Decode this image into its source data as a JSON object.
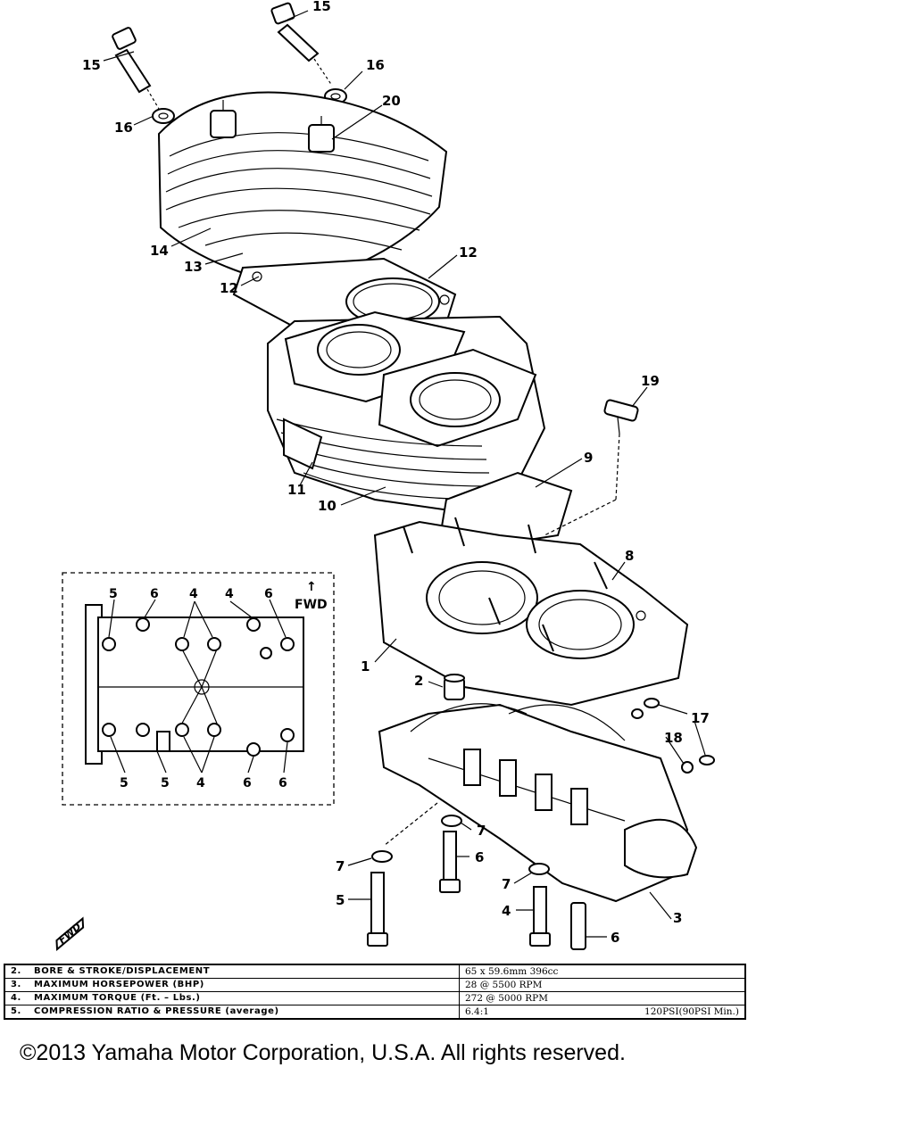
{
  "callouts": {
    "c1": "1",
    "c2": "2",
    "c3": "3",
    "c4": "4",
    "c5": "5",
    "c6a": "6",
    "c6b": "6",
    "c7a": "7",
    "c7b": "7",
    "c7c": "7",
    "c8": "8",
    "c9": "9",
    "c10": "10",
    "c11": "11",
    "c12a": "12",
    "c12b": "12",
    "c13": "13",
    "c14": "14",
    "c15a": "15",
    "c15b": "15",
    "c16a": "16",
    "c16b": "16",
    "c17": "17",
    "c18": "18",
    "c19": "19",
    "c20": "20"
  },
  "inset": {
    "fwd_label": "FWD",
    "top_labels": [
      "5",
      "6",
      "4",
      "4",
      "6"
    ],
    "bottom_labels": [
      "5",
      "5",
      "4",
      "6",
      "6"
    ]
  },
  "fwd_stamp": "FWD",
  "specs": [
    {
      "num": "2.",
      "label": "BORE & STROKE/DISPLACEMENT",
      "value": "65 x 59.6mm 396cc",
      "value_right": ""
    },
    {
      "num": "3.",
      "label": "MAXIMUM HORSEPOWER (BHP)",
      "value": "28 @ 5500 RPM",
      "value_right": ""
    },
    {
      "num": "4.",
      "label": "MAXIMUM TORQUE (Ft. – Lbs.)",
      "value": "272 @ 5000 RPM",
      "value_right": ""
    },
    {
      "num": "5.",
      "label": "COMPRESSION RATIO & PRESSURE (average)",
      "value": "6.4:1",
      "value_right": "120PSI(90PSI Min.)"
    }
  ],
  "copyright": "©2013 Yamaha Motor Corporation, U.S.A. All rights reserved."
}
